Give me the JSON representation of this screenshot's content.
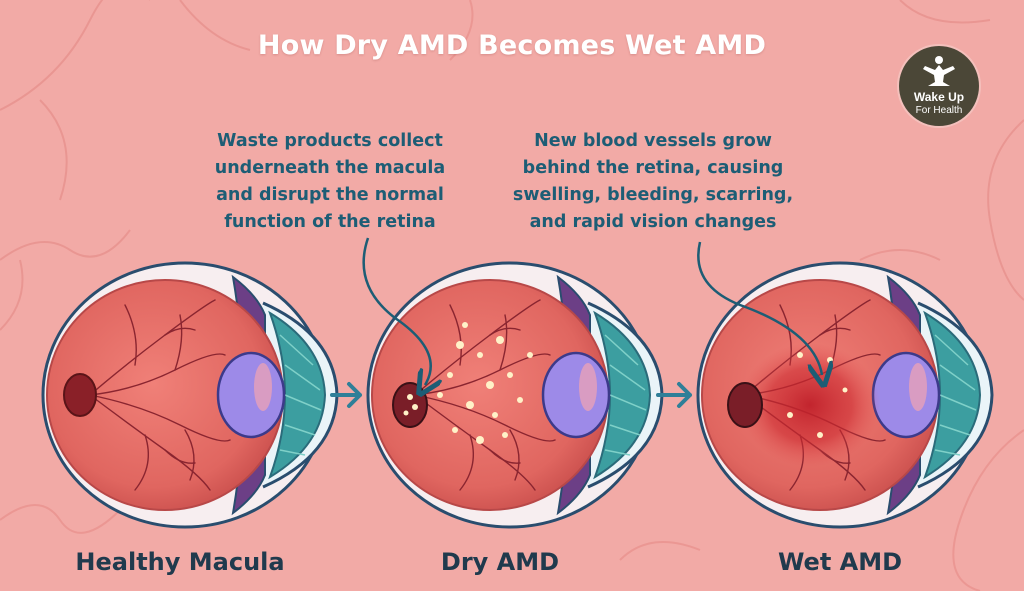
{
  "title": "How Dry AMD Becomes Wet AMD",
  "callouts": {
    "dry": [
      "Waste products collect",
      "underneath the macula",
      "and disrupt the normal",
      "function of the retina"
    ],
    "wet": [
      "New blood vessels grow",
      "behind the retina, causing",
      "swelling, bleeding, scarring,",
      "and rapid vision changes"
    ]
  },
  "stages": [
    {
      "label": "Healthy Macula"
    },
    {
      "label": "Dry AMD"
    },
    {
      "label": "Wet AMD"
    }
  ],
  "logo": {
    "line1": "Wake Up",
    "line2": "For Health"
  },
  "colors": {
    "background": "#f2aaa6",
    "title": "#ffffff",
    "callout_text": "#1d5d75",
    "stage_label": "#203a4d",
    "arrow": "#2f7f98",
    "logo_bg": "#4b4737"
  }
}
